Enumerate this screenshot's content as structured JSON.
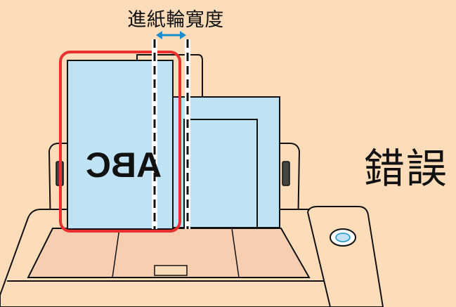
{
  "labels": {
    "roller_width": "進紙輪寬度",
    "verdict": "錯誤",
    "document_text": "ABC"
  },
  "colors": {
    "background": "#fddcb9",
    "paper": "#bfe3f5",
    "highlight_frame": "#e8312f",
    "width_arrow": "#1a8fd0",
    "outline": "#111111"
  }
}
